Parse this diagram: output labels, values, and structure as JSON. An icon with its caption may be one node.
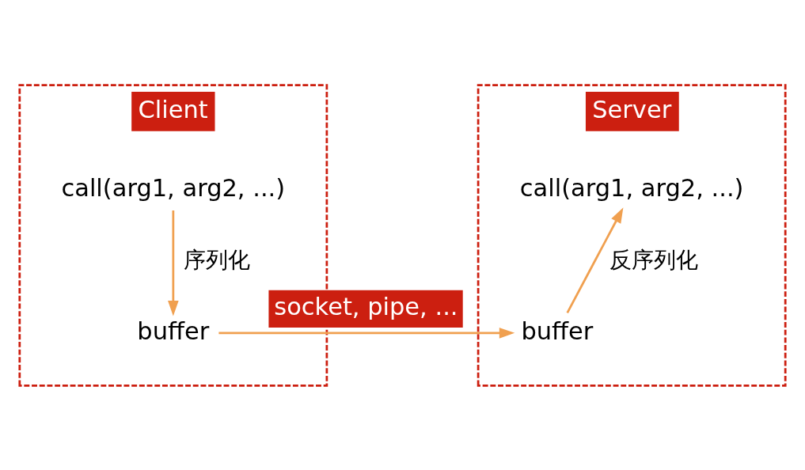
{
  "diagram": {
    "nodes": [
      {
        "text": [
          "Client"
        ]
      },
      {
        "text": [
          "call(arg1, arg2, ...)"
        ],
        "in": 0
      },
      {
        "text": [
          "buffer"
        ],
        "in": 0
      },
      {
        "text": [
          "Server"
        ]
      },
      {
        "text": [
          "call(arg1, arg2, ...)"
        ],
        "in": 3
      },
      {
        "text": [
          "buffer"
        ],
        "in": 3
      }
    ],
    "edges": [
      {
        "from": 1,
        "to": 2,
        "arrow": "to",
        "label": "序列化"
      },
      {
        "from": 5,
        "to": 4,
        "arrow": "to",
        "label": "反序列化"
      },
      {
        "from": 2,
        "to": 5,
        "arrow": "to",
        "label": "socket, pipe, ..."
      }
    ]
  }
}
